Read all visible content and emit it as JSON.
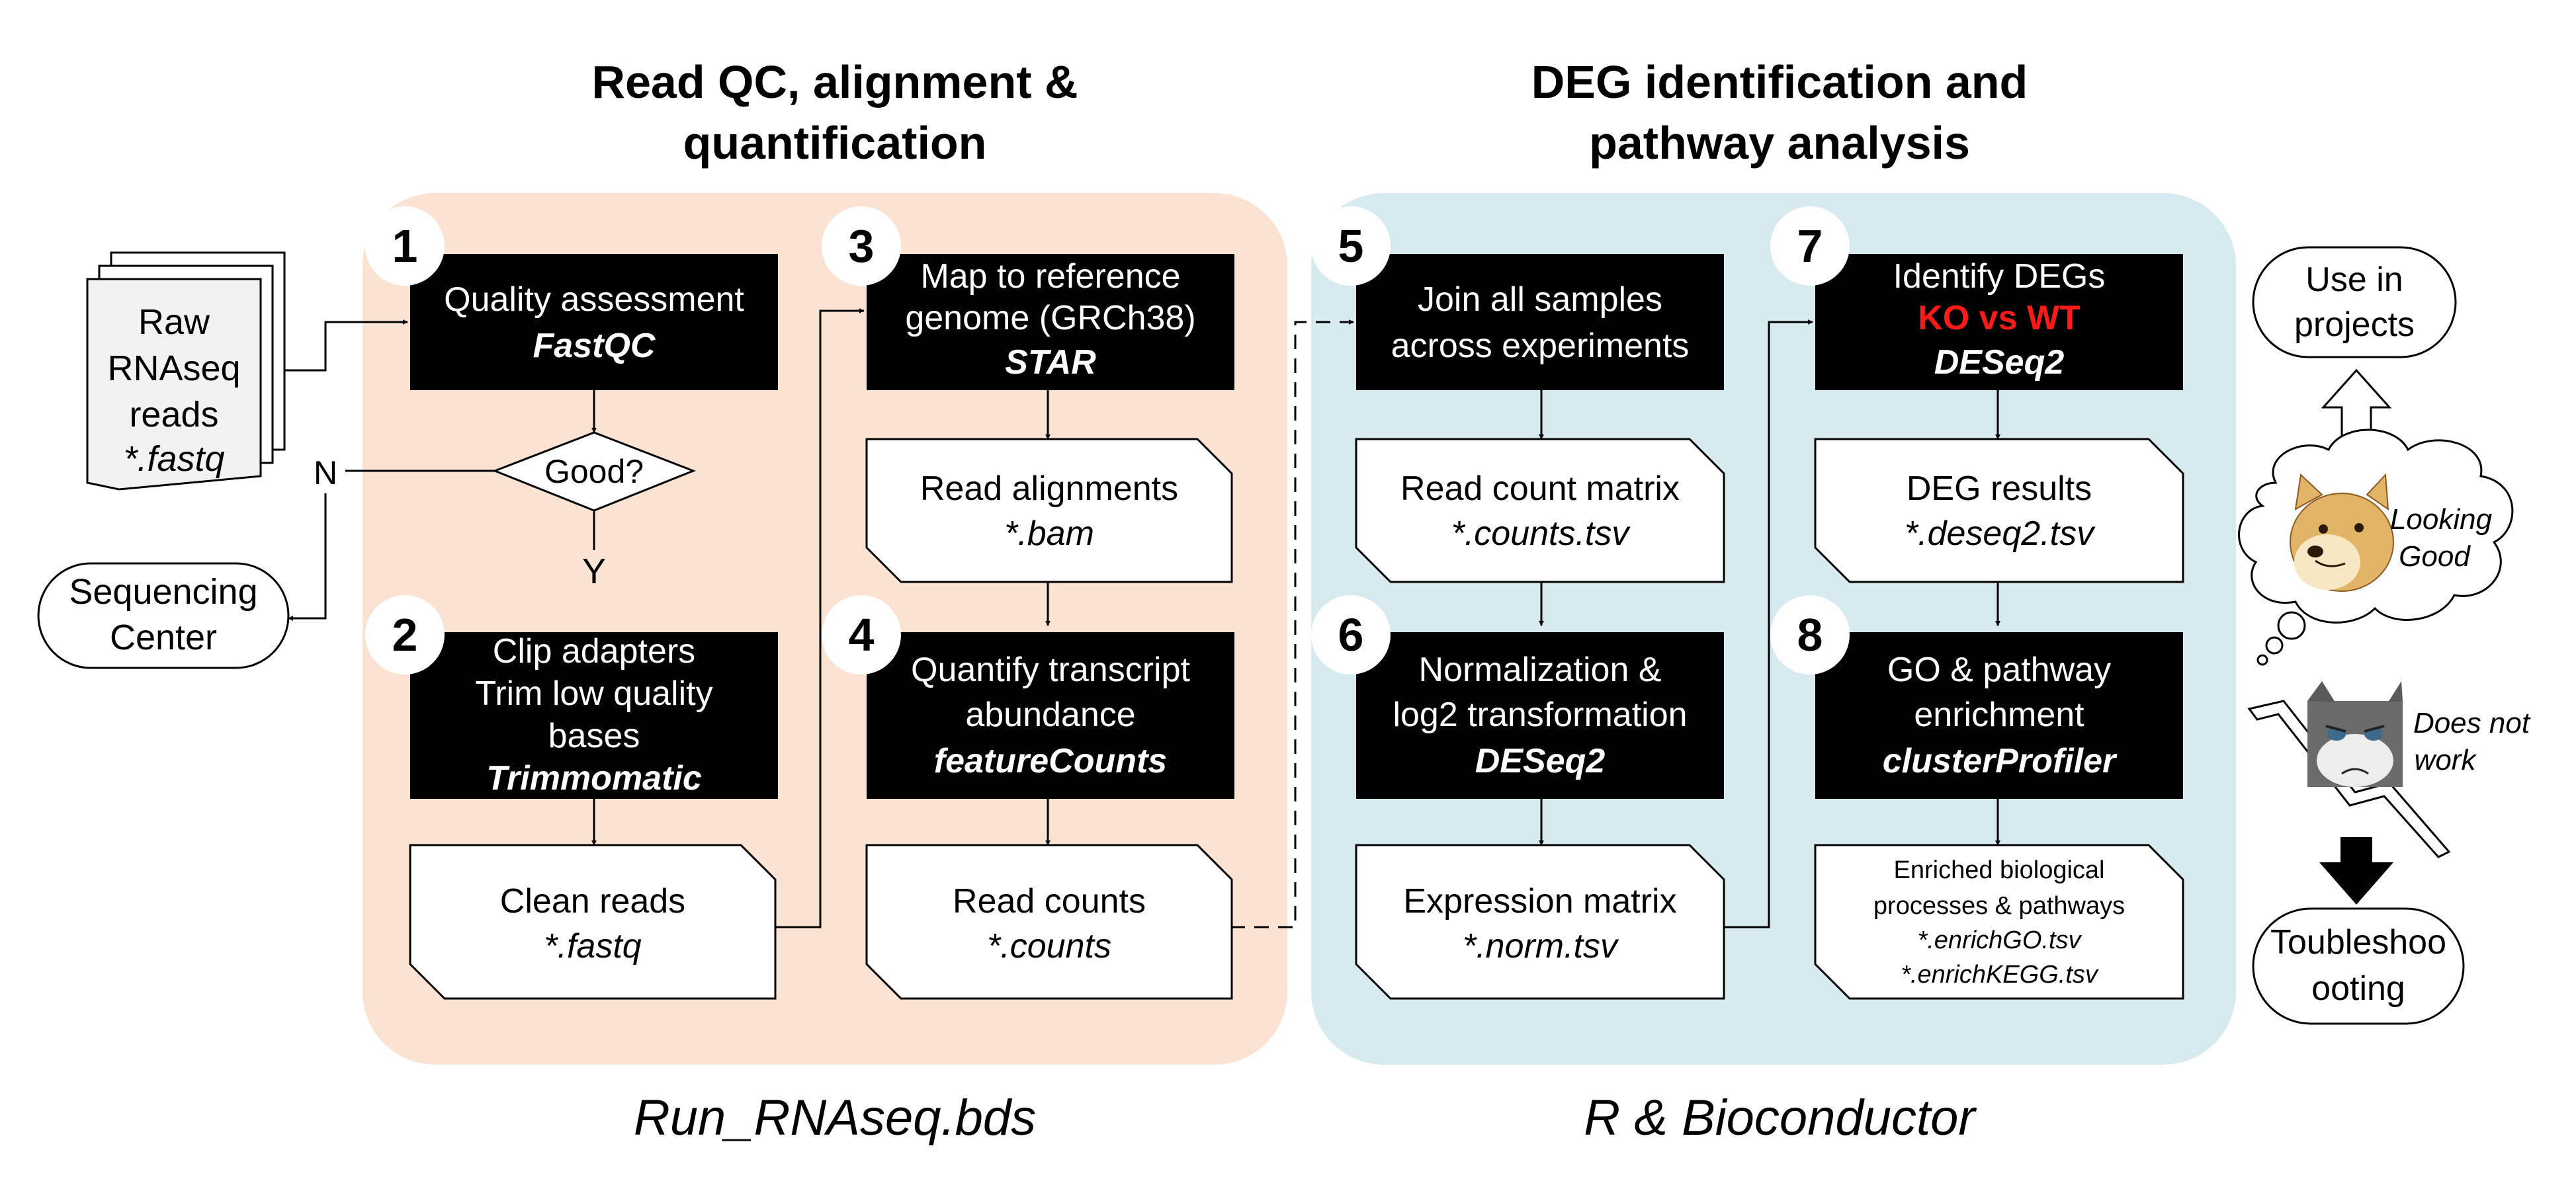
{
  "sections": {
    "qc": {
      "title_line1": "Read QC, alignment &",
      "title_line2": "quantification",
      "footer": "Run_RNAseq.bds"
    },
    "deg": {
      "title_line1": "DEG identification and",
      "title_line2": "pathway analysis",
      "footer": "R & Bioconductor"
    }
  },
  "raw_reads": {
    "line1": "Raw",
    "line2": "RNAseq",
    "line3": "reads",
    "line4": "*.fastq"
  },
  "decision": {
    "label": "Good?",
    "no_label": "N",
    "yes_label": "Y"
  },
  "sequencing_center": {
    "line1": "Sequencing",
    "line2": "Center"
  },
  "steps": {
    "s1": {
      "number": "1",
      "line1": "Quality assessment",
      "tool": "FastQC"
    },
    "s2": {
      "number": "2",
      "line1": "Clip adapters",
      "line2": "Trim low quality",
      "line3": "bases",
      "tool": "Trimmomatic"
    },
    "s3": {
      "number": "3",
      "line1": "Map to reference",
      "line2": "genome (GRCh38)",
      "tool": "STAR"
    },
    "s4": {
      "number": "4",
      "line1": "Quantify transcript",
      "line2": "abundance",
      "tool": "featureCounts"
    },
    "s5": {
      "number": "5",
      "line1": "Join all samples",
      "line2": "across experiments"
    },
    "s6": {
      "number": "6",
      "line1": "Normalization &",
      "line2": "log2 transformation",
      "tool": "DESeq2"
    },
    "s7": {
      "number": "7",
      "line1": "Identify DEGs",
      "line2": "KO vs WT",
      "tool": "DESeq2"
    },
    "s8": {
      "number": "8",
      "line1": "GO & pathway",
      "line2": "enrichment",
      "tool": "clusterProfiler"
    }
  },
  "outputs": {
    "clean_reads": {
      "line1": "Clean reads",
      "line2": "*.fastq"
    },
    "read_alignments": {
      "line1": "Read alignments",
      "line2": "*.bam"
    },
    "read_counts": {
      "line1": "Read counts",
      "line2": "*.counts"
    },
    "read_count_matrix": {
      "line1": "Read count matrix",
      "line2": "*.counts.tsv"
    },
    "expression_matrix": {
      "line1": "Expression matrix",
      "line2": "*.norm.tsv"
    },
    "deg_results": {
      "line1": "DEG results",
      "line2": "*.deseq2.tsv"
    },
    "enriched": {
      "line1": "Enriched biological",
      "line2": "processes & pathways",
      "line3": "*.enrichGO.tsv",
      "line4": "*.enrichKEGG.tsv"
    }
  },
  "use_in_projects": {
    "line1": "Use in",
    "line2": "projects"
  },
  "looking_good": {
    "line1": "Looking",
    "line2": "Good"
  },
  "does_not_work": {
    "line1": "Does not",
    "line2": "work"
  },
  "troubleshooting": {
    "line1": "Toubleshoo",
    "line2": "ooting"
  },
  "colors": {
    "qc_panel": "#fbe3d4",
    "deg_panel": "#d6eaf0",
    "step_box": "#000000",
    "step_text": "#ffffff",
    "highlight": "#ff1a1a",
    "doge_fur": "#e2b467",
    "doge_face": "#f7e8c3"
  },
  "icons": {
    "doge": "doge-face-icon",
    "grumpy_cat": "grumpy-cat-face-icon",
    "up_arrow": "hollow-up-arrow-icon",
    "down_arrow": "solid-down-arrow-icon",
    "lightning": "lightning-bolt-icon"
  }
}
